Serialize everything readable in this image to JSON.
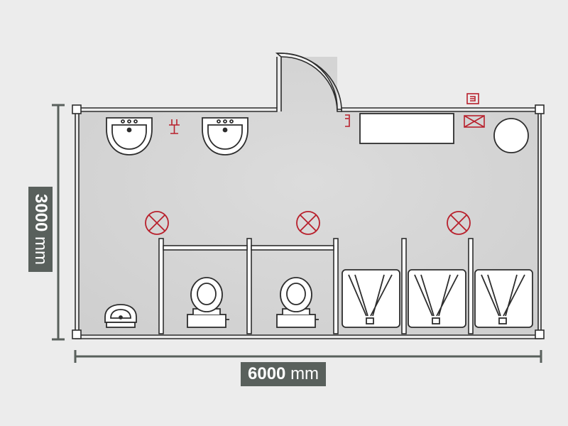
{
  "dimensions": {
    "width": {
      "value": "6000",
      "unit": "mm"
    },
    "height": {
      "value": "3000",
      "unit": "mm"
    }
  },
  "colors": {
    "background": "#ececec",
    "floor": "#d5d5d5",
    "wall": "#2d2d2d",
    "dimension_line": "#59605c",
    "label_bg": "#59605c",
    "label_text": "#ffffff",
    "electrical": "#b8202c"
  },
  "fixtures": {
    "sinks": 2,
    "toilets": 2,
    "showers": 3,
    "urinals": 1,
    "ceiling_lights": 3
  }
}
